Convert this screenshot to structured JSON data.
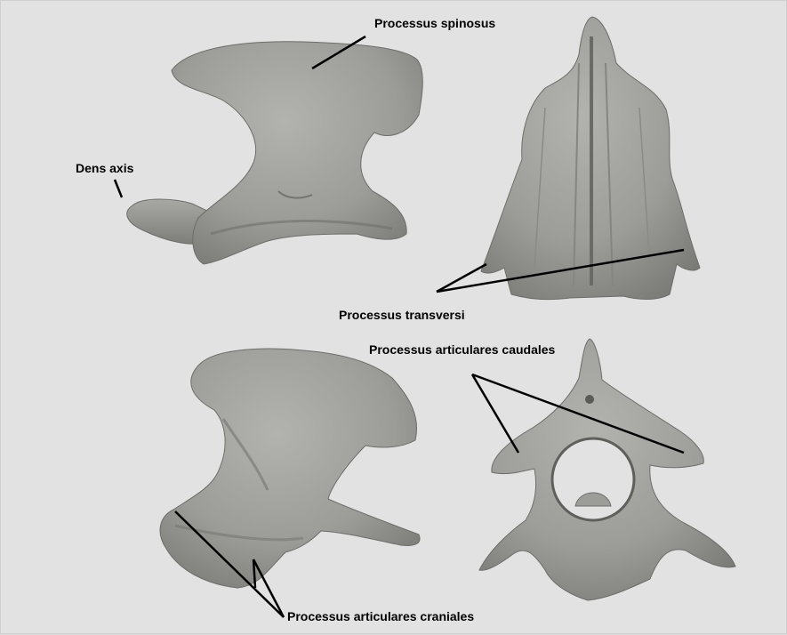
{
  "labels": {
    "processus_spinosus": "Processus spinosus",
    "dens_axis": "Dens axis",
    "processus_transversi": "Processus transversi",
    "processus_articulares_caudales": "Processus articulares caudales",
    "processus_articulares_craniales": "Processus articulares craniales"
  },
  "colors": {
    "background": "#e2e2e2",
    "bone_fill": "#9c9c98",
    "bone_shadow": "#6f6f6c",
    "bone_highlight": "#b4b4b0",
    "leader_line": "#000000"
  }
}
